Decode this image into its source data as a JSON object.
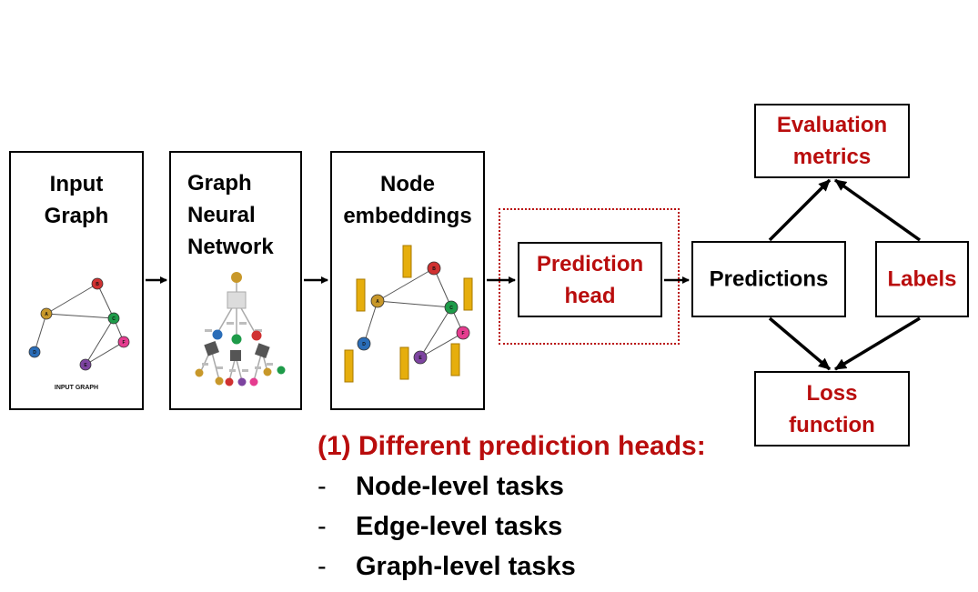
{
  "boxes": {
    "input_graph": "Input\nGraph",
    "input_graph_caption": "INPUT GRAPH",
    "gnn": "Graph\nNeural\nNetwork",
    "node_embeddings": "Node\nembeddings",
    "prediction_head": "Prediction\nhead",
    "predictions": "Predictions",
    "labels": "Labels",
    "evaluation_metrics": "Evaluation\nmetrics",
    "loss_function": "Loss\nfunction"
  },
  "node_letters": [
    "A",
    "B",
    "C",
    "D",
    "E",
    "F"
  ],
  "heads": {
    "title": "(1) Different prediction heads:",
    "dash": "-",
    "items": [
      "Node-level tasks",
      "Edge-level tasks",
      "Graph-level tasks"
    ]
  },
  "colors": {
    "accent_red": "#b90d0d",
    "node_A": "#c8982a",
    "node_B": "#d03131",
    "node_C": "#1e9b49",
    "node_D": "#2a6db8",
    "node_E": "#7d44a0",
    "node_F": "#e53c8f",
    "embedding": "#e6ae0d"
  }
}
